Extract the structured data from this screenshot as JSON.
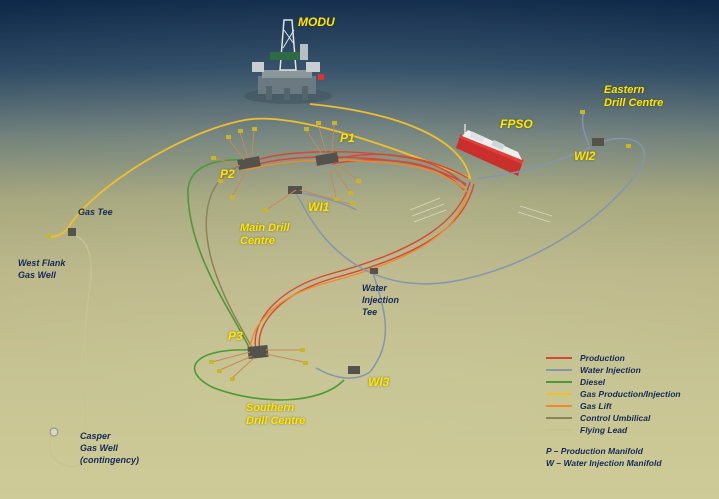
{
  "labels": {
    "modu": "MODU",
    "fpso": "FPSO",
    "eastern": "Eastern\nDrill Centre",
    "wi2": "WI2",
    "p1": "P1",
    "p2": "P2",
    "wi1": "WI1",
    "main_drill": "Main Drill\nCentre",
    "gas_tee": "Gas Tee",
    "west_flank": "West Flank\nGas Well",
    "water_tee": "Water\nInjection\nTee",
    "p3": "P3",
    "wi3": "WI3",
    "southern": "Southern\nDrill Centre",
    "casper": "Casper\nGas Well\n(contingency)"
  },
  "legend": {
    "items": [
      {
        "label": "Production",
        "color": "#d24a35"
      },
      {
        "label": "Water Injection",
        "color": "#8296ad"
      },
      {
        "label": "Diesel",
        "color": "#4c9a35"
      },
      {
        "label": "Gas Production/Injection",
        "color": "#efbf2e"
      },
      {
        "label": "Gas Lift",
        "color": "#f08a2a"
      },
      {
        "label": "Control Umbilical",
        "color": "#8a8458"
      },
      {
        "label": "Flying Lead",
        "color": "#c9c392"
      }
    ],
    "notes": [
      "P – Production Manifold",
      "W – Water Injection Manifold"
    ]
  }
}
